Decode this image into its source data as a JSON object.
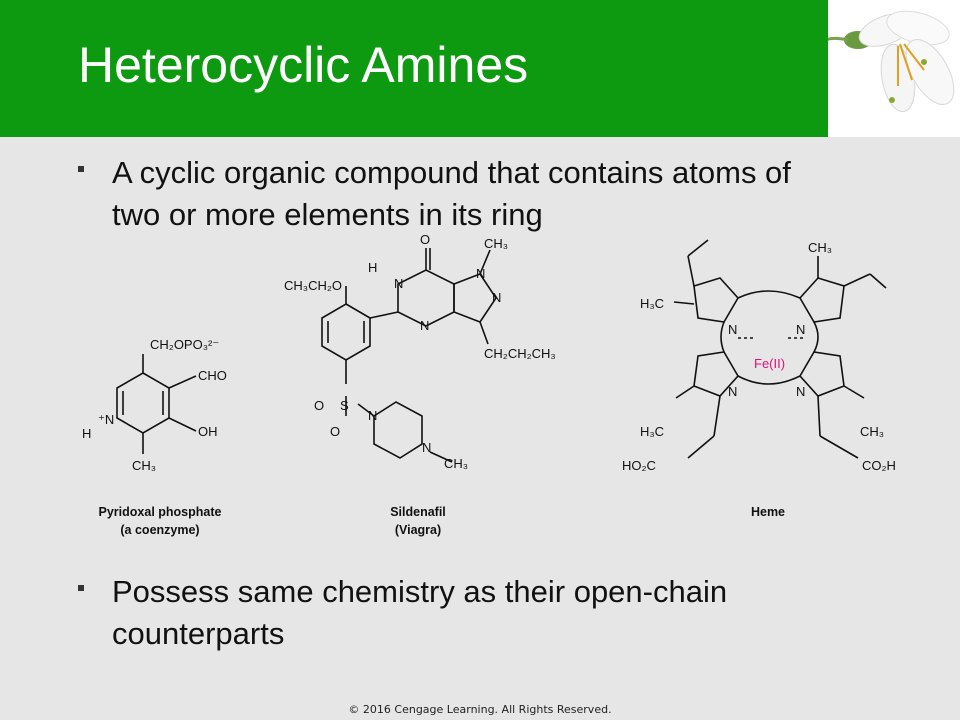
{
  "slide": {
    "title": "Heterocyclic Amines",
    "bullets": [
      {
        "line1": "A cyclic organic compound that contains atoms of",
        "line2": "two or more elements in its ring"
      },
      {
        "line1": "Possess same chemistry as their open-chain",
        "line2": "counterparts"
      }
    ],
    "footer": "© 2016 Cengage Learning. All Rights Reserved."
  },
  "figure": {
    "captions": {
      "pyridoxal_1": "Pyridoxal phosphate",
      "pyridoxal_2": "(a coenzyme)",
      "sildenafil_1": "Sildenafil",
      "sildenafil_2": "(Viagra)",
      "heme": "Heme"
    },
    "labels": {
      "ch2opo3": "CH₂OPO₃²⁻",
      "cho": "CHO",
      "oh": "OH",
      "ch3": "CH₃",
      "n_plus": "⁺N",
      "h": "H",
      "o": "O",
      "n": "N",
      "ch3ch2o": "CH₃CH₂O",
      "ch2ch2ch3": "CH₂CH₂CH₃",
      "s": "S",
      "h3c": "H₃C",
      "ho2c": "HO₂C",
      "co2h": "CO₂H",
      "fe": "Fe(II)"
    },
    "colors": {
      "iron": "#e0107a"
    }
  },
  "colors": {
    "title_bar": "#0e9a10",
    "background": "#e6e6e6"
  }
}
